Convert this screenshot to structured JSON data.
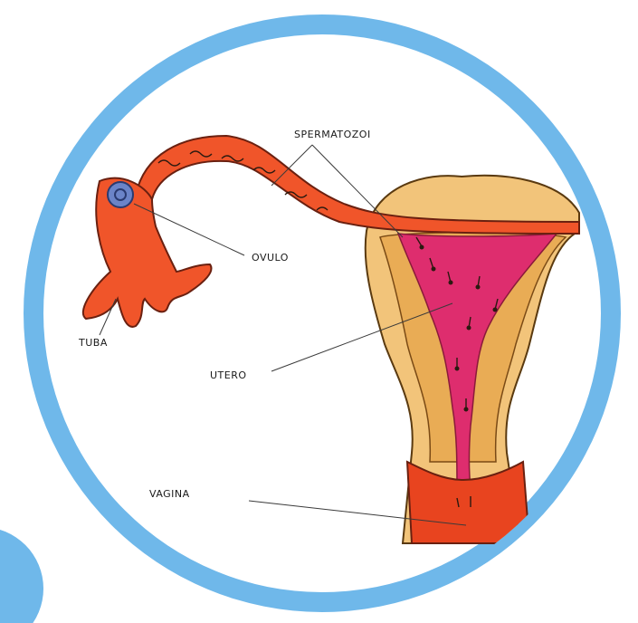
{
  "labels": {
    "spermatozoi": "SPERMATOZOI",
    "ovulo": "OVULO",
    "tuba": "TUBA",
    "utero": "UTERO",
    "vagina": "VAGINA"
  },
  "colors": {
    "ring": "#6fb8ea",
    "tube": "#f0552a",
    "tube_dark": "#c8321a",
    "uterus_wall": "#f2c47a",
    "uterus_wall_dark": "#e3a24a",
    "uterus_lining": "#de2d6e",
    "vagina": "#e8441f",
    "line": "#3a3a3a"
  }
}
